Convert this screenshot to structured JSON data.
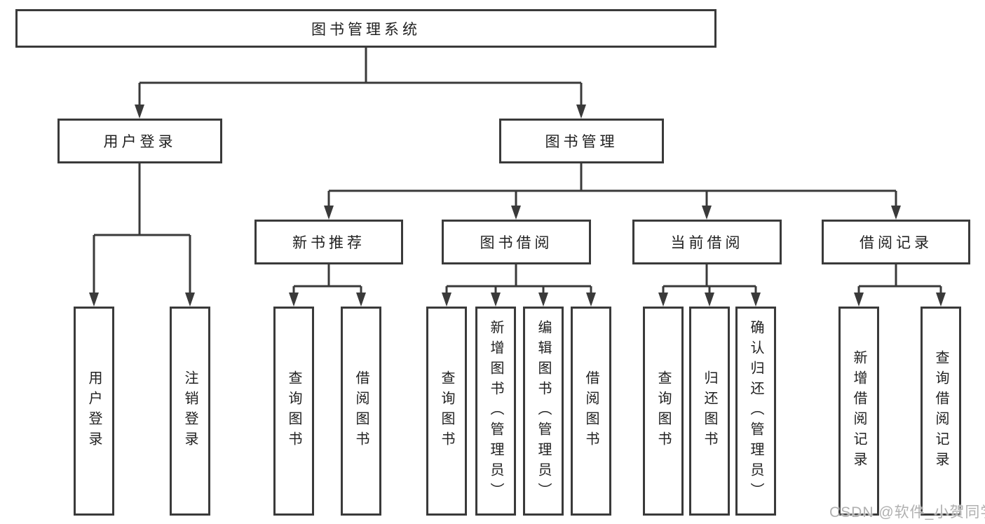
{
  "diagram": {
    "title": "图书管理系统",
    "colors": {
      "line": "#3a3a3a",
      "box_border": "#3a3a3a",
      "box_background": "#ffffff",
      "text": "#212121",
      "watermark": "#b0b0b0",
      "page_background": "#ffffff"
    },
    "nodes": {
      "root": {
        "label": "图书管理系统"
      },
      "user_login": {
        "label": "用户登录"
      },
      "book_management": {
        "label": "图书管理"
      },
      "new_book_recommend": {
        "label": "新书推荐"
      },
      "book_borrowing": {
        "label": "图书借阅"
      },
      "current_borrowing": {
        "label": "当前借阅"
      },
      "borrowing_records": {
        "label": "借阅记录"
      },
      "leaf_user_login": {
        "label": "用户登录"
      },
      "leaf_logout": {
        "label": "注销登录"
      },
      "leaf_nbr_query_books": {
        "label": "查询图书"
      },
      "leaf_nbr_borrow_books": {
        "label": "借阅图书"
      },
      "leaf_bb_query_books": {
        "label": "查询图书"
      },
      "leaf_bb_add_books": {
        "label": "新增图书（管理员）"
      },
      "leaf_bb_edit_books": {
        "label": "编辑图书（管理员）"
      },
      "leaf_bb_borrow_books": {
        "label": "借阅图书"
      },
      "leaf_cb_query_books": {
        "label": "查询图书"
      },
      "leaf_cb_return_books": {
        "label": "归还图书"
      },
      "leaf_cb_confirm_return": {
        "label": "确认归还（管理员）"
      },
      "leaf_br_add_record": {
        "label": "新增借阅记录"
      },
      "leaf_br_query_record": {
        "label": "查询借阅记录"
      }
    },
    "watermark": {
      "text": "CSDN @软件_小贺同学"
    }
  }
}
